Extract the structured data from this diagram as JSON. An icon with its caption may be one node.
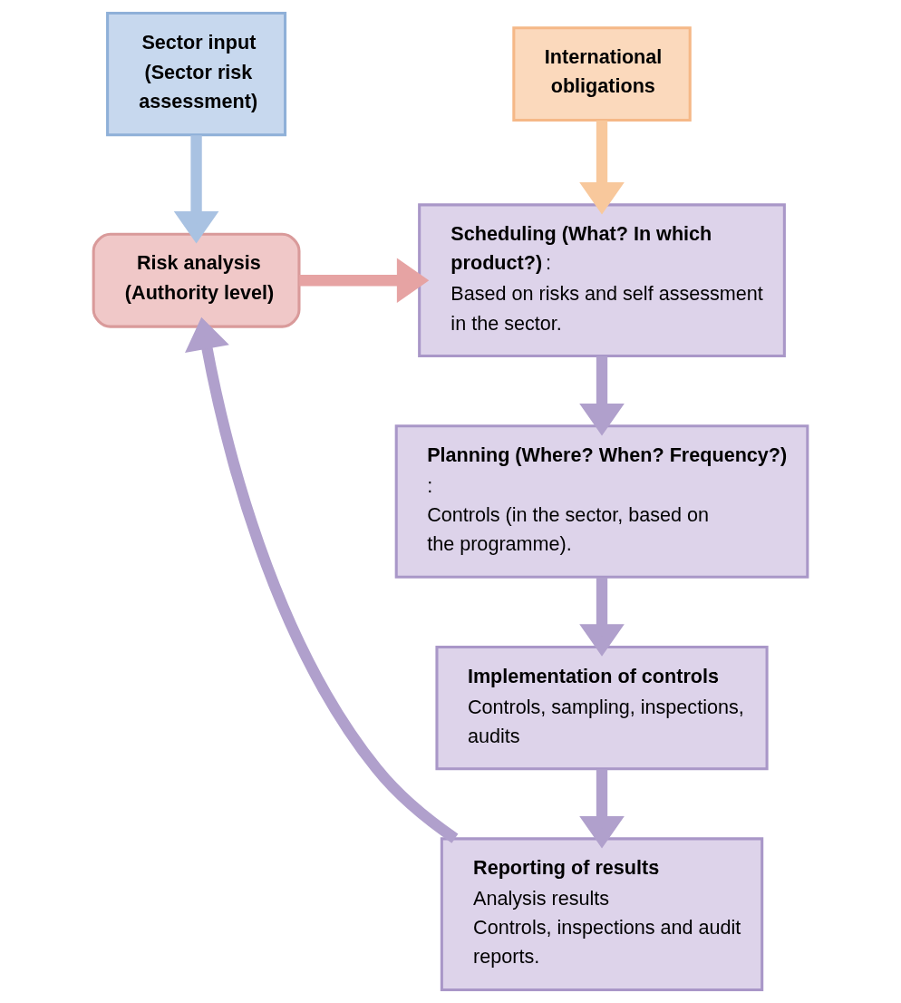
{
  "diagram": {
    "nodes": [
      {
        "text": [
          "**Sector input**",
          "**(Sector risk assessment)**"
        ]
      },
      {
        "text": [
          "**International obligations**"
        ]
      },
      {
        "text": [
          "**Risk analysis (Authority level)**"
        ]
      },
      {
        "text": [
          "**Scheduling (What? In which product?)** :",
          "Based on risks and self assessment in the sector."
        ]
      },
      {
        "text": [
          "**Planning (Where? When? Frequency?)** :",
          "Controls (in the sector, based on the programme)."
        ]
      },
      {
        "text": [
          "**Implementation of controls**:",
          "Controls, sampling, inspections, audits"
        ]
      },
      {
        "text": [
          "**Reporting of results**:",
          "Analysis results",
          "Controls, inspections and audit reports."
        ]
      }
    ],
    "edges": [
      {
        "from": 0,
        "to": 2,
        "arrow": "to",
        "color": "#a9c2e2"
      },
      {
        "from": 1,
        "to": 3,
        "arrow": "to",
        "color": "#f8c89c"
      },
      {
        "from": 2,
        "to": 3,
        "arrow": "to",
        "color": "#e6a3a3"
      },
      {
        "from": 3,
        "to": 4,
        "arrow": "to"
      },
      {
        "from": 4,
        "to": 5,
        "arrow": "to"
      },
      {
        "from": 5,
        "to": 6,
        "arrow": "to"
      },
      {
        "from": 6,
        "to": 2,
        "arrow": "to"
      }
    ]
  }
}
